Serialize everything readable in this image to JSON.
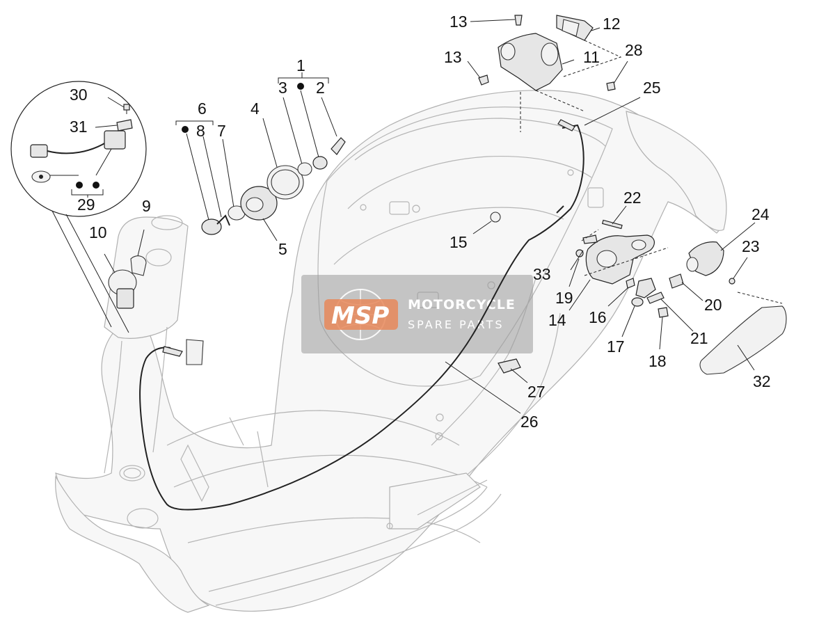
{
  "watermark": {
    "logo_text": "MSP",
    "title": "MOTORCYCLE",
    "subtitle": "SPARE PARTS"
  },
  "labels": [
    {
      "id": "1",
      "text": "1"
    },
    {
      "id": "2",
      "text": "2"
    },
    {
      "id": "3",
      "text": "3"
    },
    {
      "id": "4",
      "text": "4"
    },
    {
      "id": "5",
      "text": "5"
    },
    {
      "id": "6",
      "text": "6"
    },
    {
      "id": "7",
      "text": "7"
    },
    {
      "id": "8",
      "text": "8"
    },
    {
      "id": "9",
      "text": "9"
    },
    {
      "id": "10",
      "text": "10"
    },
    {
      "id": "11",
      "text": "11"
    },
    {
      "id": "12",
      "text": "12"
    },
    {
      "id": "13a",
      "text": "13"
    },
    {
      "id": "13b",
      "text": "13"
    },
    {
      "id": "14",
      "text": "14"
    },
    {
      "id": "15",
      "text": "15"
    },
    {
      "id": "16",
      "text": "16"
    },
    {
      "id": "17",
      "text": "17"
    },
    {
      "id": "18",
      "text": "18"
    },
    {
      "id": "19",
      "text": "19"
    },
    {
      "id": "20",
      "text": "20"
    },
    {
      "id": "21",
      "text": "21"
    },
    {
      "id": "22",
      "text": "22"
    },
    {
      "id": "23",
      "text": "23"
    },
    {
      "id": "24",
      "text": "24"
    },
    {
      "id": "25",
      "text": "25"
    },
    {
      "id": "26",
      "text": "26"
    },
    {
      "id": "27",
      "text": "27"
    },
    {
      "id": "28",
      "text": "28"
    },
    {
      "id": "29",
      "text": "29"
    },
    {
      "id": "30",
      "text": "30"
    },
    {
      "id": "31",
      "text": "31"
    },
    {
      "id": "32",
      "text": "32"
    },
    {
      "id": "33",
      "text": "33"
    }
  ]
}
